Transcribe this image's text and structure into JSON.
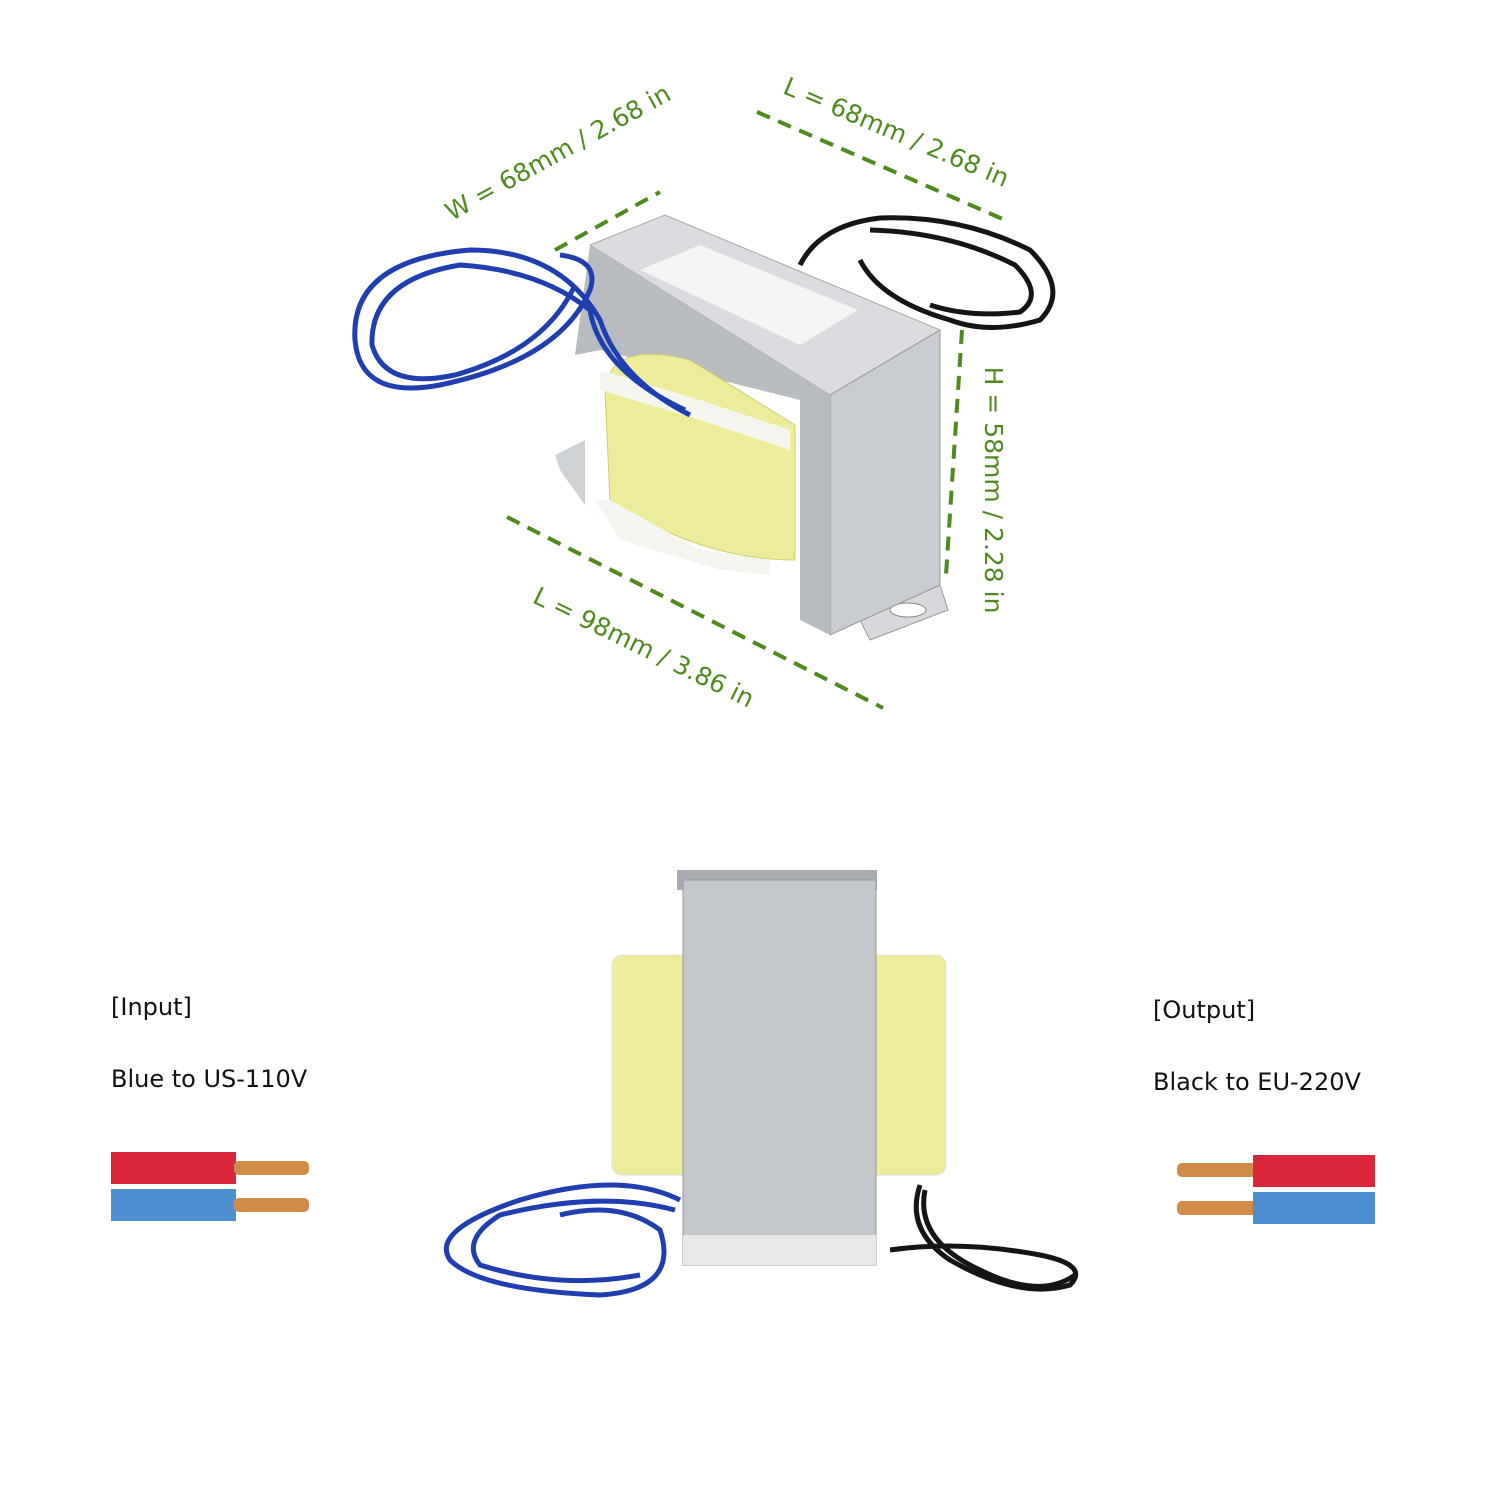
{
  "dimensions": {
    "width": "W = 68mm / 2.68 in",
    "length_top": "L = 68mm / 2.68 in",
    "height": "H = 58mm / 2.28 in",
    "length_bottom": "L = 98mm / 3.86 in"
  },
  "input": {
    "heading": "[Input]",
    "description": "Blue to US-110V"
  },
  "output": {
    "heading": "[Output]",
    "description": "Black to EU-220V"
  },
  "colors": {
    "dimension_green": "#4e8a1c",
    "wire_blue": "#1f3fb0",
    "wire_black": "#151515",
    "coil_yellow": "#ecec9a",
    "steel": "#c9ccd0"
  }
}
